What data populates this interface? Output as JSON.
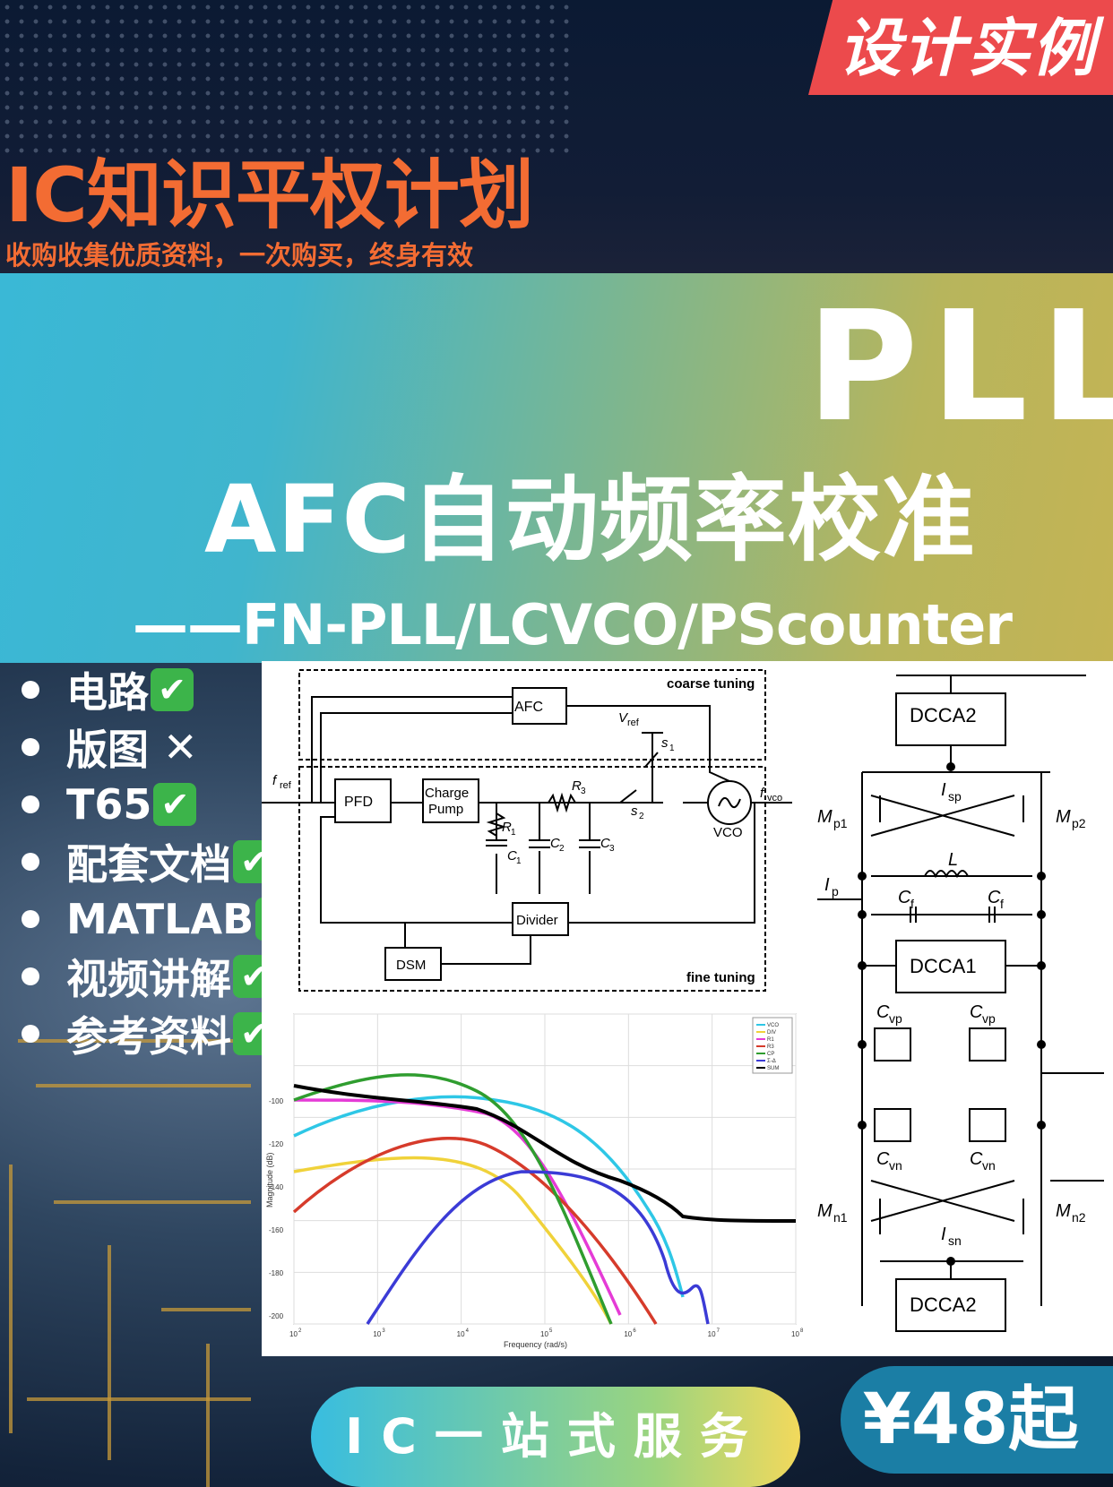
{
  "badge": {
    "label": "设计实例",
    "color": "#ec4a4c"
  },
  "program": {
    "title": "IC知识平权计划",
    "subtitle": "收购收集优质资料，一次购买，终身有效",
    "color": "#f36c33"
  },
  "hero": {
    "title": "PLL",
    "subtitle": "AFC自动频率校准",
    "tagline": "——FN-PLL/LCVCO/PScounter"
  },
  "features": [
    {
      "label": "电路",
      "status": "✔"
    },
    {
      "label": "版图",
      "status": "✕"
    },
    {
      "label": "T65",
      "status": "✔"
    },
    {
      "label": "配套文档",
      "status": "✔"
    },
    {
      "label": "MATLAB",
      "status": "✔"
    },
    {
      "label": "视频讲解",
      "status": "✔"
    },
    {
      "label": "参考资料",
      "status": "✔"
    }
  ],
  "block_diagram": {
    "coarse_label": "coarse tuning",
    "fine_label": "fine tuning",
    "blocks": [
      "AFC",
      "PFD",
      "Charge",
      "Pump",
      "VCO",
      "Divider",
      "DSM"
    ],
    "fref": "f",
    "fref_sub": "ref",
    "fvco": "f",
    "fvco_sub": "vco",
    "vref": "V",
    "vref_sub": "ref",
    "components": [
      "R",
      "C",
      "C",
      "C",
      "R",
      "s",
      "s"
    ],
    "component_subs": [
      "1",
      "1",
      "2",
      "3",
      "3",
      "2",
      "1"
    ]
  },
  "vco_schematic": {
    "blocks": [
      "DCCA2",
      "DCCA1",
      "DCCA2"
    ],
    "labels": [
      "I",
      "M",
      "M",
      "L",
      "C",
      "C",
      "C",
      "C",
      "C",
      "C",
      "I",
      "M",
      "M",
      "I"
    ],
    "subs": [
      "sp",
      "p1",
      "p2",
      "",
      "f",
      "f",
      "vp",
      "vp",
      "vn",
      "vn",
      "sn",
      "n1",
      "n2",
      "p"
    ]
  },
  "bode_plot": {
    "xlabel": "Frequency (rad/s)",
    "ylabel": "Magnitude (dB)",
    "y_ticks": [
      "-100",
      "-120",
      "-140",
      "-160",
      "-180",
      "-200"
    ],
    "x_ticks": [
      "10",
      "10",
      "10",
      "10",
      "10",
      "10",
      "10"
    ],
    "x_exps": [
      "2",
      "3",
      "4",
      "5",
      "6",
      "7",
      "8"
    ],
    "legend": [
      "VCO",
      "DIV",
      "R1",
      "R3",
      "CP",
      "Σ-Δ",
      "SUM"
    ],
    "series_colors": [
      "#2ec7e6",
      "#f0d23a",
      "#e53bd6",
      "#d63b2b",
      "#2f9d2f",
      "#3b3bd6",
      "#000000"
    ]
  },
  "footer": {
    "service": "IC一站式服务",
    "price": "¥48起"
  }
}
